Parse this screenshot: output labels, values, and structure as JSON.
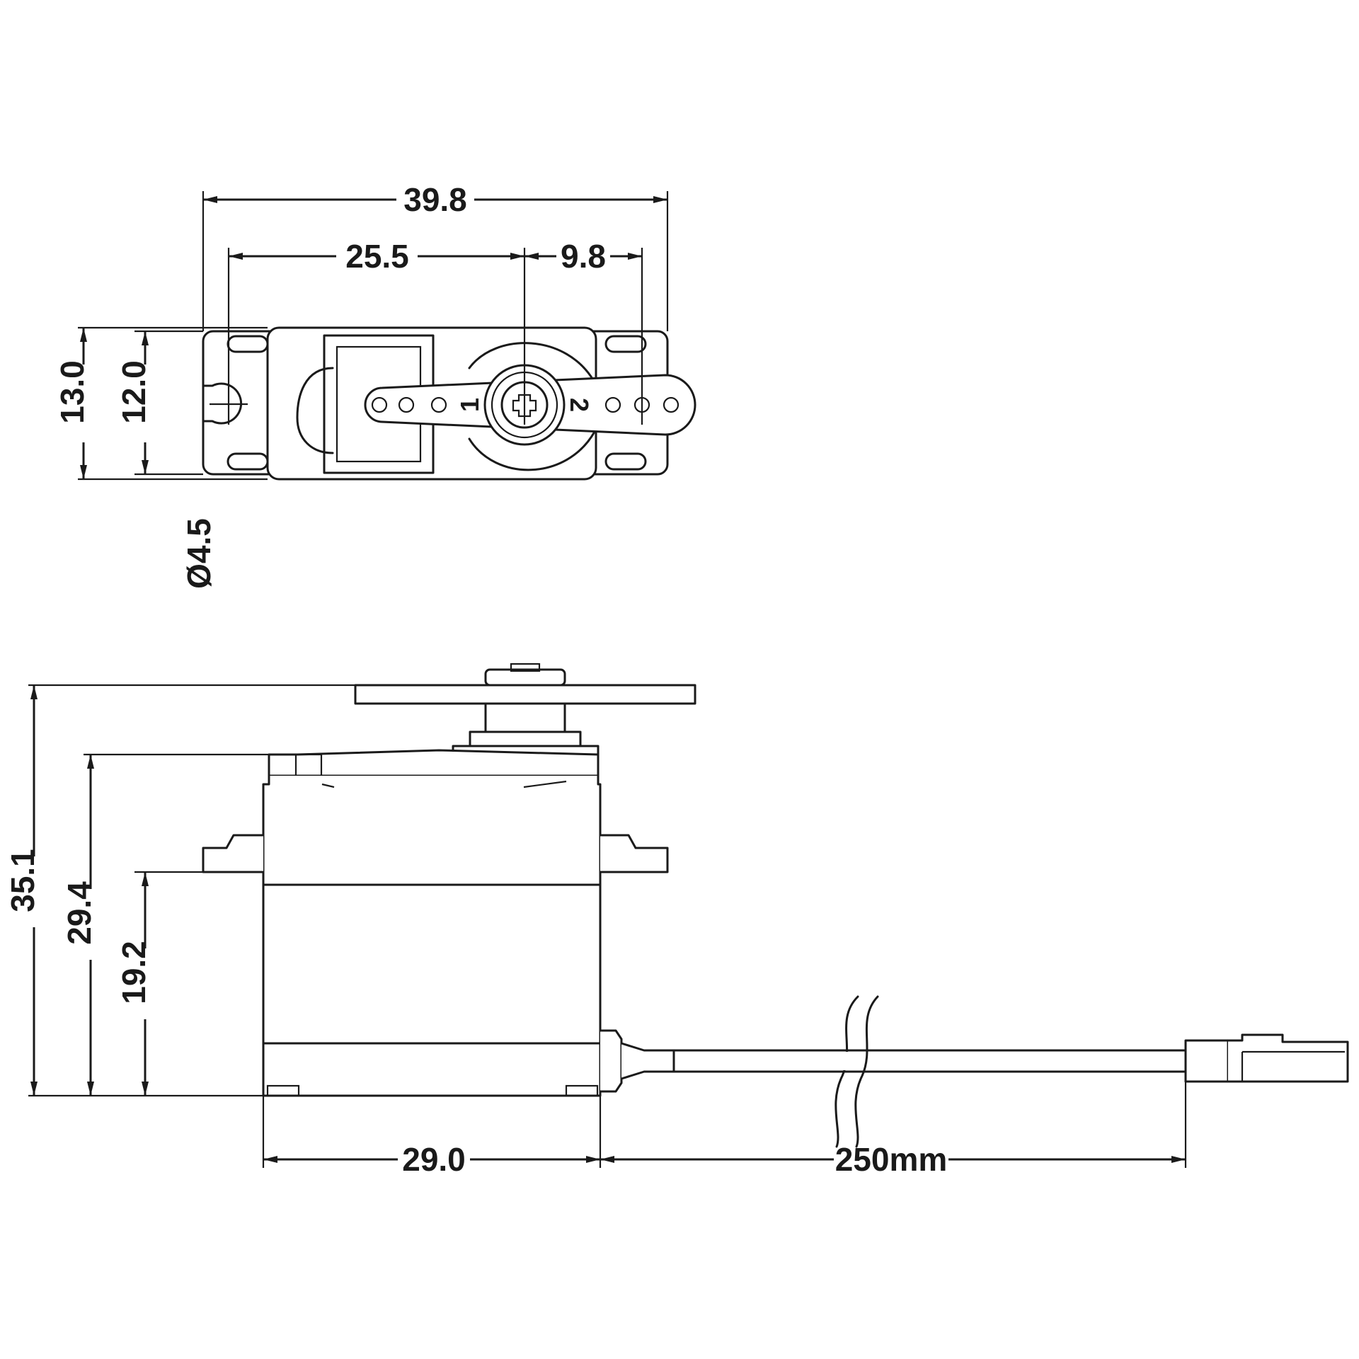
{
  "dimensions": {
    "top_view": {
      "overall_width": "39.8",
      "hole_spacing": "25.5",
      "shaft_offset": "9.8",
      "flange_height": "13.0",
      "body_height": "12.0",
      "hole_diameter": "Ø4.5"
    },
    "side_view": {
      "total_height": "35.1",
      "case_height": "29.4",
      "mount_height": "19.2",
      "body_length": "29.0",
      "lead_length": "250mm"
    }
  },
  "horn_labels": {
    "left": "1",
    "right": "2"
  }
}
